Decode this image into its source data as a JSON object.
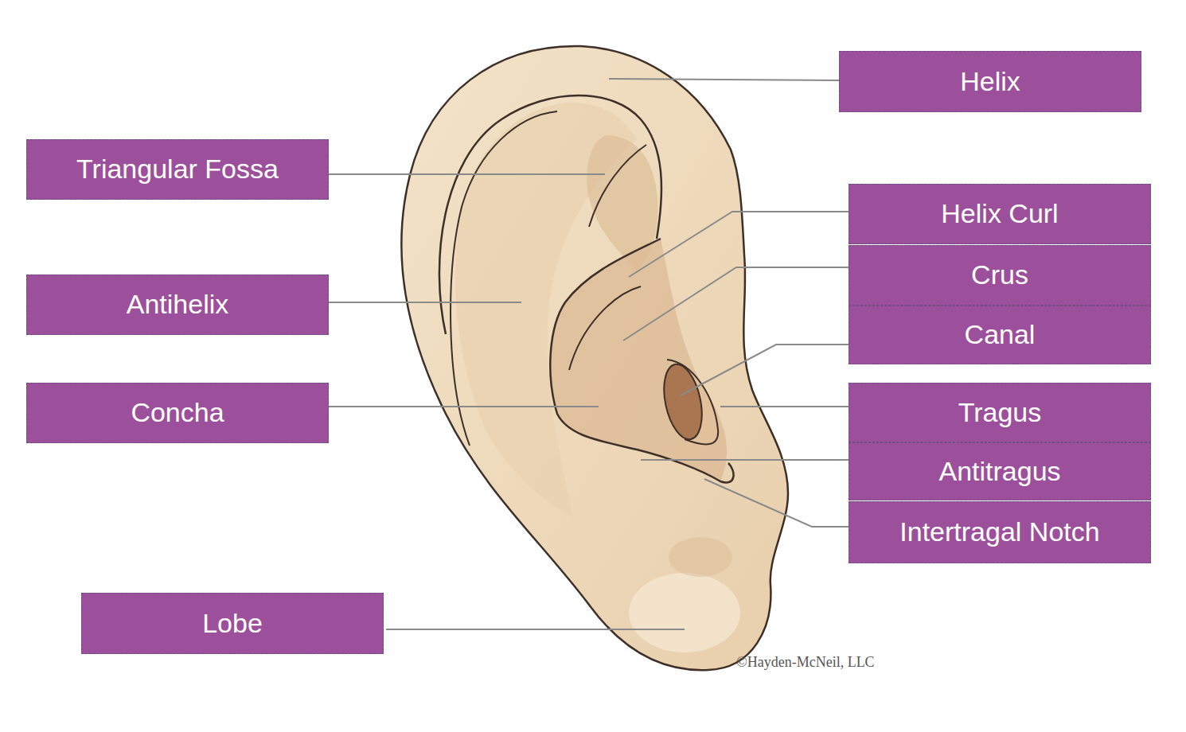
{
  "diagram": {
    "nodes": [
      {
        "text": [
          "Helix"
        ]
      },
      {
        "text": [
          "Triangular Fossa"
        ]
      },
      {
        "text": [
          "Helix Curl"
        ]
      },
      {
        "text": [
          "Crus"
        ]
      },
      {
        "text": [
          "Antihelix"
        ]
      },
      {
        "text": [
          "Canal"
        ]
      },
      {
        "text": [
          "Concha"
        ]
      },
      {
        "text": [
          "Tragus"
        ]
      },
      {
        "text": [
          "Antitragus"
        ]
      },
      {
        "text": [
          "Intertragal Notch"
        ]
      },
      {
        "text": [
          "Lobe"
        ]
      }
    ],
    "labels": [
      "©Hayden-McNeil, LLC"
    ]
  }
}
